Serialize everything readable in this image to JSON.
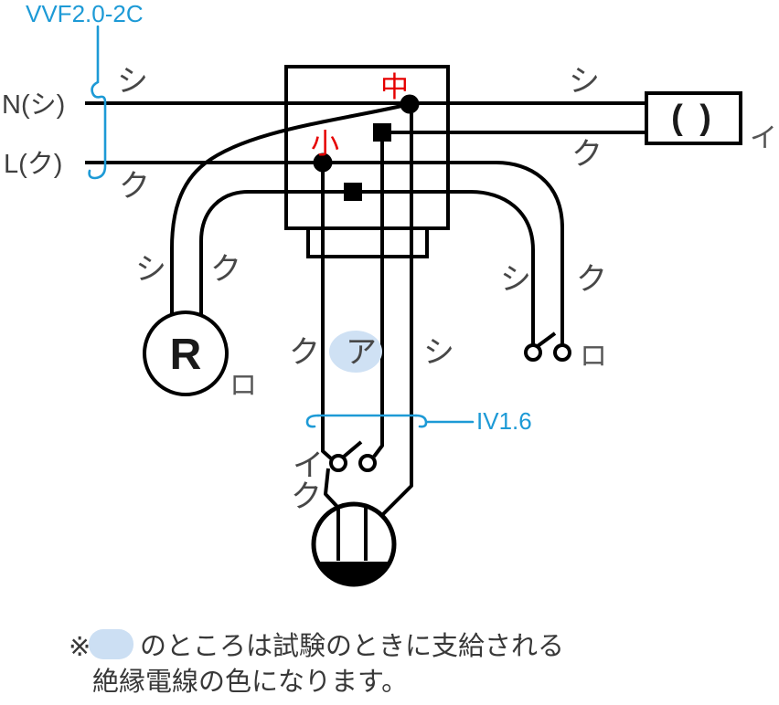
{
  "power": {
    "cable_label": "VVF2.0-2C",
    "neutral_terminal": "N(シ)",
    "live_terminal": "L(ク)"
  },
  "iv_label": "IV1.6",
  "sleeves": {
    "mid": "中",
    "small": "小"
  },
  "devices": {
    "receptacle_letter": "R",
    "ceiling_light_symbol": "( )"
  },
  "circuits": {
    "light": "イ",
    "switch_i": "イ",
    "switch_ro": "ロ",
    "receptacle": "ロ"
  },
  "wire_color_labels": {
    "source_neutral": "シ",
    "source_live": "ク",
    "light_neutral": "シ",
    "light_switched": "ク",
    "receptacle_neutral": "シ",
    "receptacle_switched": "ク",
    "switch_ro_left": "シ",
    "switch_ro_right": "ク",
    "mid_left": "ク",
    "mid_center": "ア",
    "mid_right": "シ",
    "switch_i_feed": "ク"
  },
  "caption": {
    "mark": "※",
    "line1": "のところは試験のときに支給される",
    "line2": "絶縁電線の色になります。"
  },
  "colors": {
    "wire": "#000000",
    "label_gray": "#474747",
    "accent_blue": "#1d9ad6",
    "accent_red": "#e60000",
    "highlight_blue": "#cfe1f4"
  }
}
